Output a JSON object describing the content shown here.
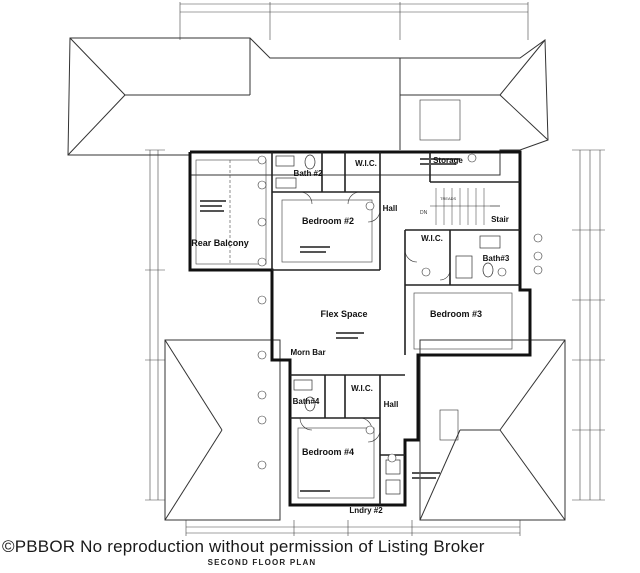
{
  "rooms": {
    "rear_balcony": "Rear Balcony",
    "bath2": "Bath #2",
    "wic_upper": "W.I.C.",
    "storage": "Storage",
    "bedroom2": "Bedroom #2",
    "hall_upper": "Hall",
    "stair": "Stair",
    "wic_right": "W.I.C.",
    "bath3": "Bath#3",
    "bedroom3": "Bedroom #3",
    "flex_space": "Flex Space",
    "morn_bar": "Morn Bar",
    "bath4": "Bath#4",
    "wic_lower": "W.I.C.",
    "hall_lower": "Hall",
    "bedroom4": "Bedroom #4",
    "laundry2": "Lndry #2"
  },
  "notes": {
    "dn": "DN",
    "stair_note": "TREADS"
  },
  "watermark": "©PBBOR No reproduction without permission of Listing Broker",
  "title": "SECOND FLOOR PLAN"
}
